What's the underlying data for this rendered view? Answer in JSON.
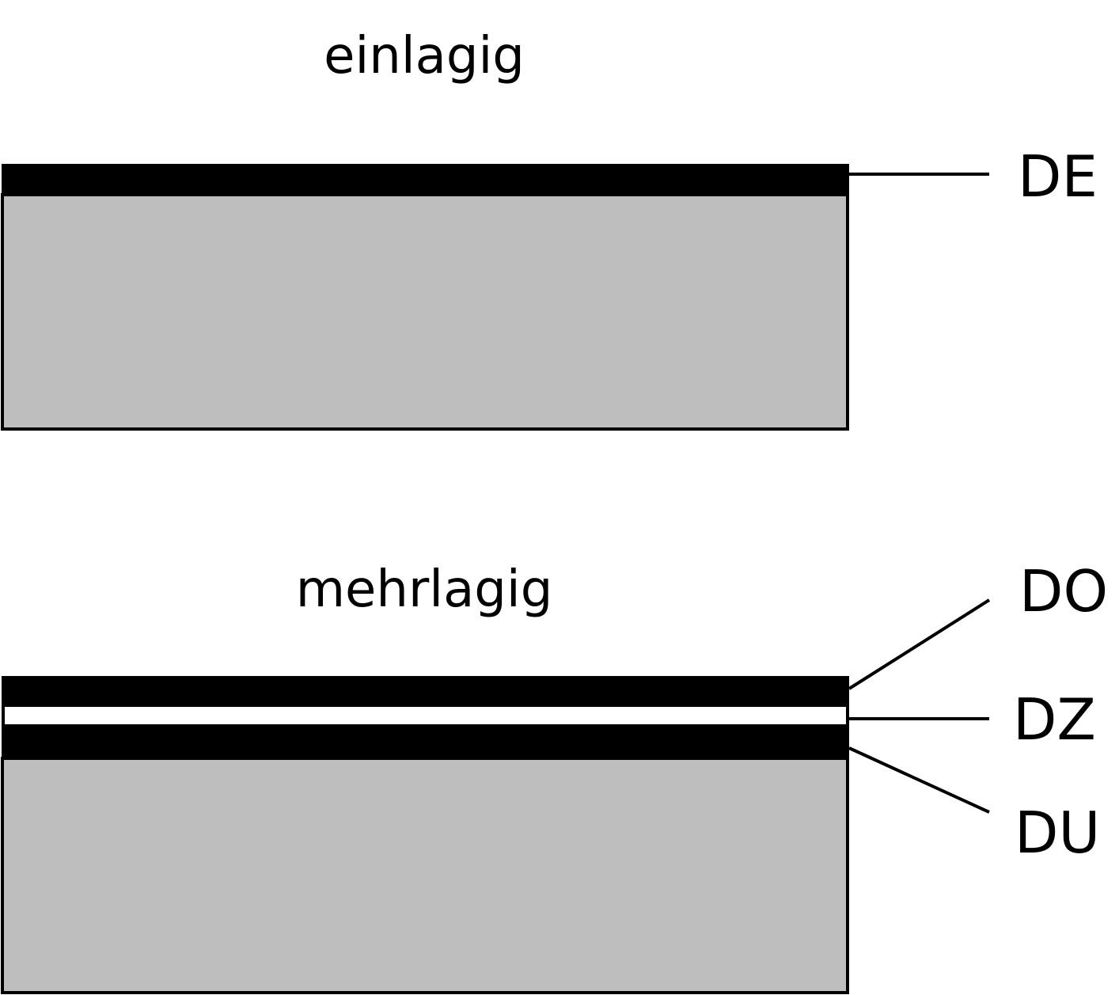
{
  "diagram": {
    "colors": {
      "substrate": "#bebebe",
      "layer_dark": "#000000",
      "layer_light": "#ffffff",
      "outline": "#000000",
      "background": "#ffffff"
    },
    "single": {
      "title": "einlagig",
      "labels": {
        "de": "DE"
      }
    },
    "multi": {
      "title": "mehrlagig",
      "labels": {
        "do": "DO",
        "dz": "DZ",
        "du": "DU"
      }
    }
  }
}
